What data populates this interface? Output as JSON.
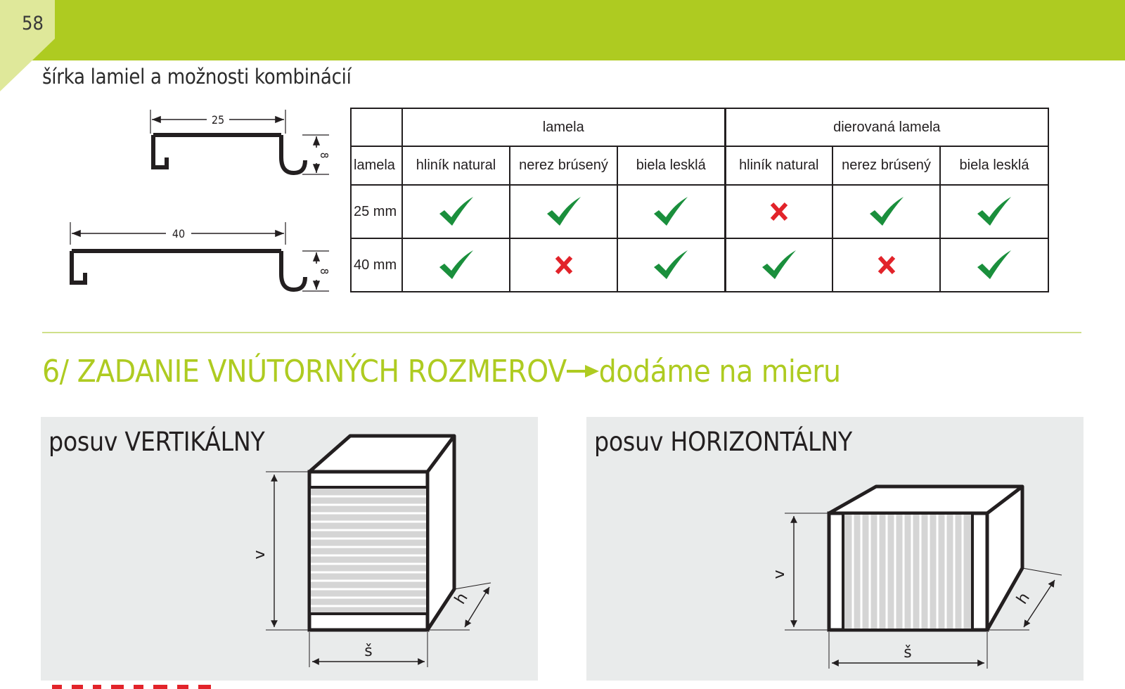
{
  "page": {
    "number": "58"
  },
  "section_sub": "šírka lamiel a možnosti kombinácií",
  "profiles": [
    {
      "width_label": "25",
      "height_label": "8"
    },
    {
      "width_label": "40",
      "height_label": "8"
    }
  ],
  "combo_table": {
    "groups": [
      "lamela",
      "dierovaná lamela"
    ],
    "row_header": "lamela",
    "columns": [
      "hliník natural",
      "nerez brúsený",
      "biela lesklá",
      "hliník natural",
      "nerez brúsený",
      "biela lesklá"
    ],
    "rows": [
      {
        "label": "25 mm",
        "values": [
          "yes",
          "yes",
          "yes",
          "no",
          "yes",
          "yes"
        ]
      },
      {
        "label": "40 mm",
        "values": [
          "yes",
          "no",
          "yes",
          "yes",
          "no",
          "yes"
        ]
      }
    ]
  },
  "colors": {
    "accent_green": "#aecb21",
    "check_green": "#1a8f3c",
    "cross_red": "#e2232a",
    "panel_gray": "#e9ebeb"
  },
  "section6": {
    "title_main": "6/ ZADANIE VNÚTORNÝCH ROZMEROV",
    "title_suffix": "dodáme na mieru"
  },
  "panels": {
    "vertical": {
      "title": "posuv VERTIKÁLNY",
      "dim_v": "v",
      "dim_w": "š",
      "dim_h": "h"
    },
    "horizontal": {
      "title": "posuv HORIZONTÁLNY",
      "dim_v": "v",
      "dim_w": "š",
      "dim_h": "h"
    }
  }
}
